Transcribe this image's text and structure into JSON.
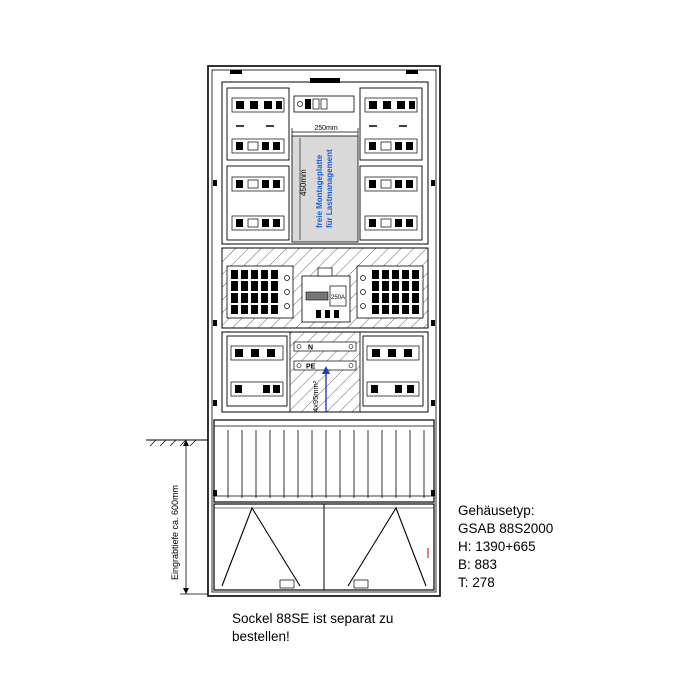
{
  "labels": {
    "dim_width": "250mm",
    "dim_height": "450mm",
    "plate_line1": "freie Montageplatte",
    "plate_line2": "für Lastmanagement",
    "neozed_rating": "250A",
    "bar_n": "N",
    "bar_pe": "PE",
    "cable_spec": "4x95mm²",
    "depth_label": "Eingrabtiefe ca. 600mm"
  },
  "specs": {
    "heading": "Gehäusetyp:",
    "model": "GSAB 88S2000",
    "height": "H: 1390+665",
    "width": "B: 883",
    "depth": "T: 278"
  },
  "note": {
    "line1": "Sockel 88SE ist separat zu",
    "line2": "bestellen!"
  },
  "colors": {
    "line": "#000000",
    "plate_fill": "#d9d9d9",
    "plate_text": "#1f5fd6",
    "arrow": "#1f3fbf"
  }
}
